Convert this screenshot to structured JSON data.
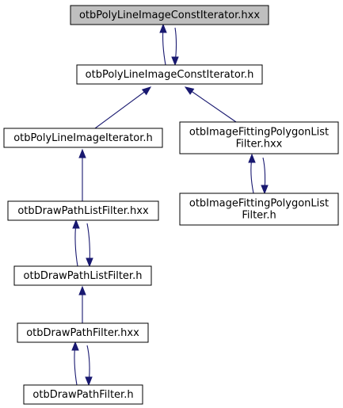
{
  "colors": {
    "edge": "#191970",
    "highlighted_node_fill": "#bfbfbf",
    "node_fill": "#ffffff",
    "node_border": "#000000"
  },
  "nodes": [
    {
      "id": "n1",
      "lines": [
        "otbPolyLineImageConstIterator.hxx"
      ],
      "highlighted": true
    },
    {
      "id": "n2",
      "lines": [
        "otbPolyLineImageConstIterator.h"
      ]
    },
    {
      "id": "n3",
      "lines": [
        "otbPolyLineImageIterator.h"
      ]
    },
    {
      "id": "n4",
      "lines": [
        "otbImageFittingPolygonList",
        "Filter.hxx"
      ]
    },
    {
      "id": "n5",
      "lines": [
        "otbImageFittingPolygonList",
        "Filter.h"
      ]
    },
    {
      "id": "n6",
      "lines": [
        "otbDrawPathListFilter.hxx"
      ]
    },
    {
      "id": "n7",
      "lines": [
        "otbDrawPathListFilter.h"
      ]
    },
    {
      "id": "n8",
      "lines": [
        "otbDrawPathFilter.hxx"
      ]
    },
    {
      "id": "n9",
      "lines": [
        "otbDrawPathFilter.h"
      ]
    }
  ],
  "edges": [
    {
      "from": "n2",
      "to": "n1"
    },
    {
      "from": "n1",
      "to": "n2"
    },
    {
      "from": "n3",
      "to": "n2"
    },
    {
      "from": "n4",
      "to": "n2"
    },
    {
      "from": "n6",
      "to": "n3"
    },
    {
      "from": "n7",
      "to": "n6"
    },
    {
      "from": "n6",
      "to": "n7"
    },
    {
      "from": "n8",
      "to": "n7"
    },
    {
      "from": "n9",
      "to": "n8"
    },
    {
      "from": "n8",
      "to": "n9"
    },
    {
      "from": "n5",
      "to": "n4"
    },
    {
      "from": "n4",
      "to": "n5"
    }
  ]
}
